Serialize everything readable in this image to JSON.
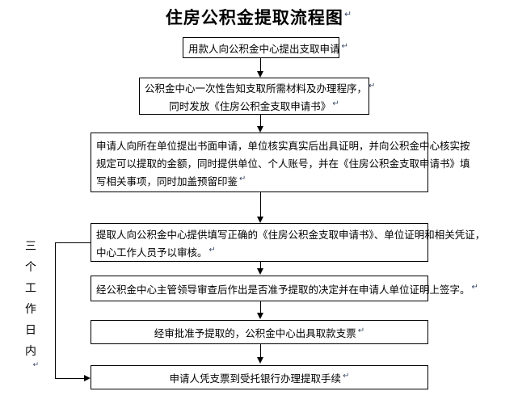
{
  "document": {
    "title": "住房公积金提取流程图",
    "title_mark": "↵"
  },
  "side_label": {
    "chars": [
      "三",
      "个",
      "工",
      "作",
      "日",
      "内"
    ],
    "mark": "↵"
  },
  "flow": {
    "nodes": [
      {
        "id": "node-1",
        "align": "center",
        "lines": [
          {
            "text": "用款人向公积金中心提出支取申请",
            "mark": "↵"
          }
        ]
      },
      {
        "id": "node-2",
        "align": "center",
        "lines": [
          {
            "text": "公积金中心一次性告知支取所需材料及办理程序，",
            "mark": "↵"
          },
          {
            "text": "同时发放《住房公积金支取申请书》",
            "mark": "↵"
          }
        ]
      },
      {
        "id": "node-3",
        "align": "left",
        "lines": [
          {
            "text": "申请人向所在单位提出书面申请，单位核实真实后出具证明，并向公积金中心核实按",
            "mark": ""
          },
          {
            "text": "规定可以提取的金额，同时提供单位、个人账号，并在《住房公积金支取申请书》填",
            "mark": ""
          },
          {
            "text": "写相关事项，同时加盖预留印鉴",
            "mark": "↵"
          }
        ]
      },
      {
        "id": "node-4",
        "align": "left",
        "lines": [
          {
            "text": "提取人向公积金中心提供填写正确的《住房公积金支取申请书》、单位证明和相关凭证，",
            "mark": ""
          },
          {
            "text": "中心工作人员予以审核。",
            "mark": "↵"
          }
        ]
      },
      {
        "id": "node-5",
        "align": "center",
        "lines": [
          {
            "text": "经公积金中心主管领导审查后作出是否准予提取的决定并在申请人单位证明上签字。",
            "mark": "↵"
          }
        ]
      },
      {
        "id": "node-6",
        "align": "center",
        "lines": [
          {
            "text": "经审批准予提取的，公积金中心出具取款支票",
            "mark": "↵"
          }
        ]
      },
      {
        "id": "node-7",
        "align": "center",
        "lines": [
          {
            "text": "申请人凭支票到受托银行办理提取手续",
            "mark": "↵"
          }
        ]
      }
    ]
  },
  "colors": {
    "border": "#000000",
    "text": "#000000",
    "background": "#ffffff",
    "mark": "#3b4a66"
  }
}
